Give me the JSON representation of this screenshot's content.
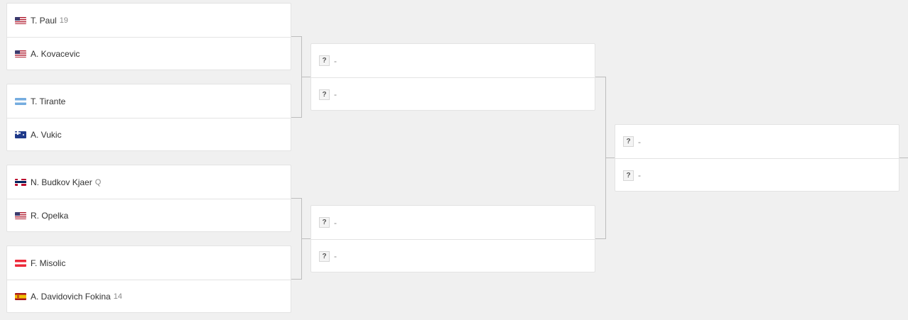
{
  "round1": [
    {
      "players": [
        {
          "country": "usa",
          "name": "T. Paul",
          "seed": "19"
        },
        {
          "country": "usa",
          "name": "A. Kovacevic",
          "seed": ""
        }
      ]
    },
    {
      "players": [
        {
          "country": "arg",
          "name": "T. Tirante",
          "seed": ""
        },
        {
          "country": "aus",
          "name": "A. Vukic",
          "seed": ""
        }
      ]
    },
    {
      "players": [
        {
          "country": "nor",
          "name": "N. Budkov Kjaer",
          "seed": "Q"
        },
        {
          "country": "usa",
          "name": "R. Opelka",
          "seed": ""
        }
      ]
    },
    {
      "players": [
        {
          "country": "aut",
          "name": "F. Misolic",
          "seed": ""
        },
        {
          "country": "esp",
          "name": "A. Davidovich Fokina",
          "seed": "14"
        }
      ]
    }
  ],
  "unknown": {
    "mark": "?",
    "dash": "-"
  }
}
